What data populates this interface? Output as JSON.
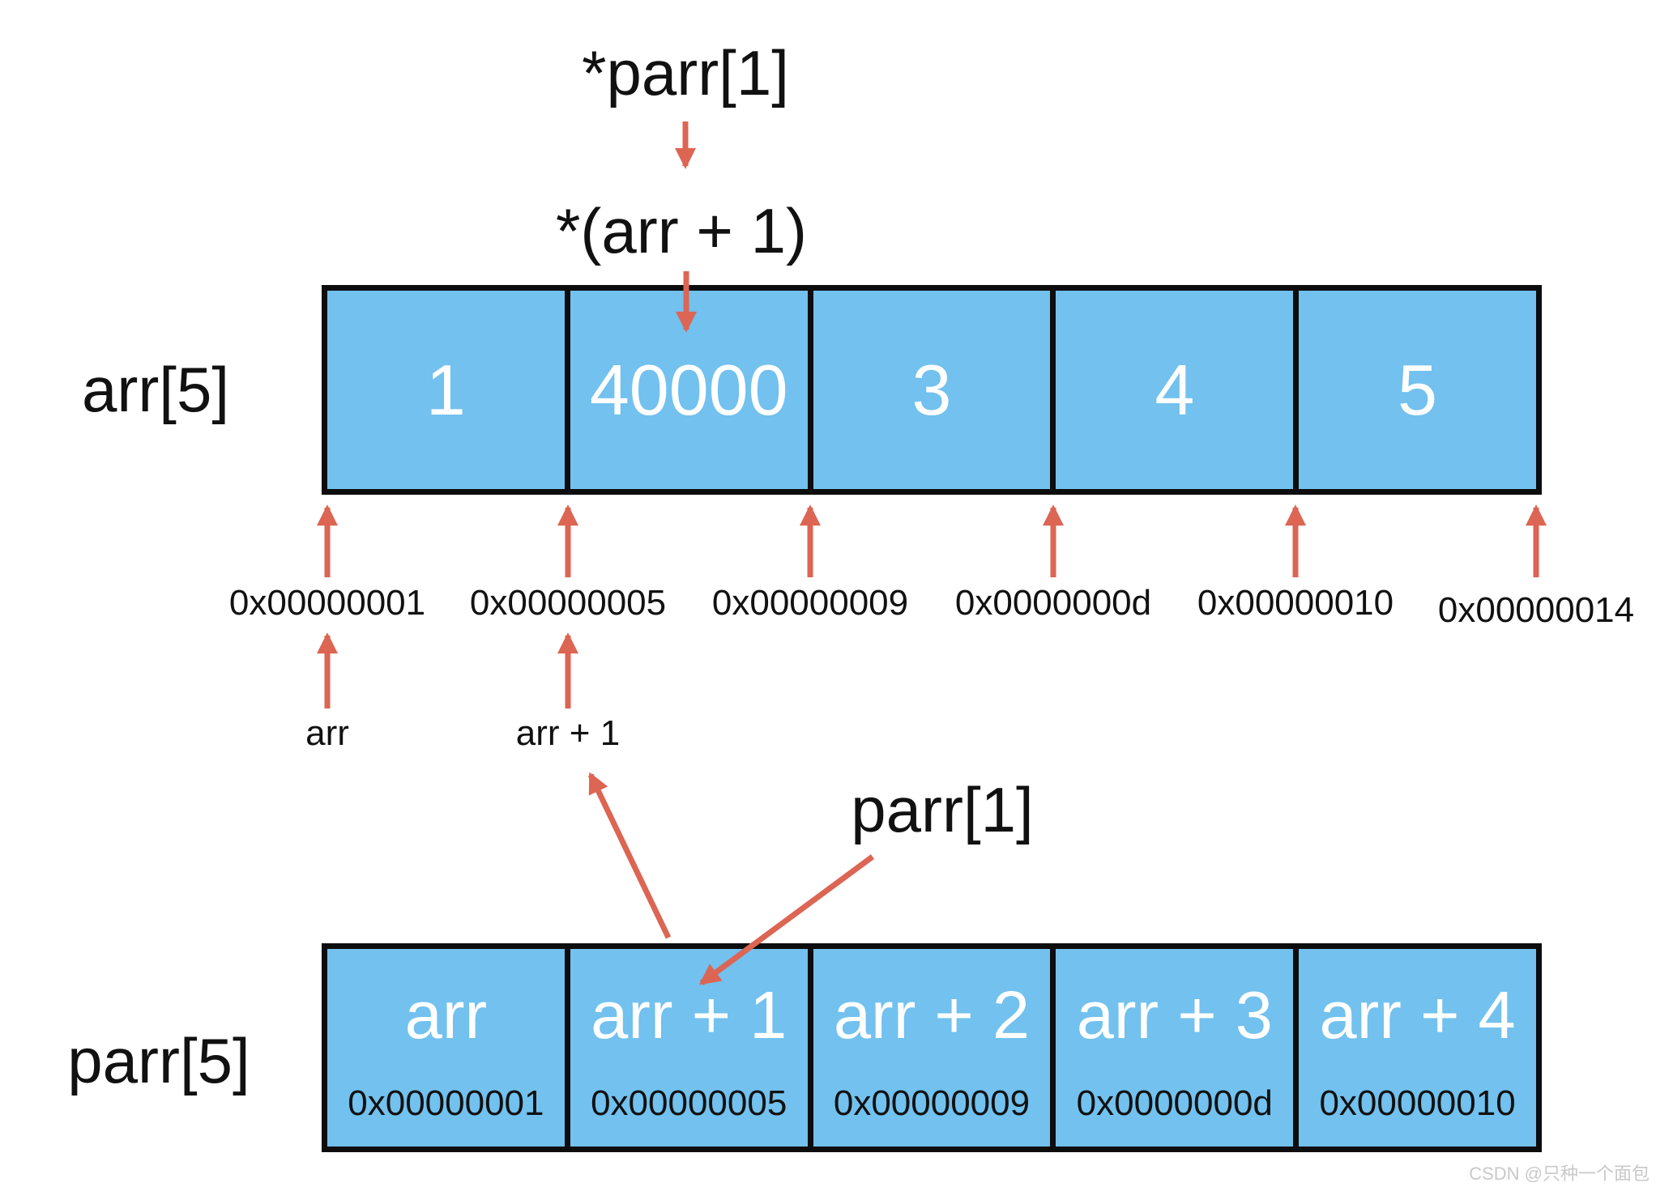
{
  "top": {
    "deref_parr": "*parr[1]",
    "deref_arr": "*(arr + 1)"
  },
  "arr_array": {
    "label": "arr[5]",
    "values": [
      "1",
      "40000",
      "3",
      "4",
      "5"
    ],
    "addresses": [
      "0x00000001",
      "0x00000005",
      "0x00000009",
      "0x0000000d",
      "0x00000010",
      "0x00000014"
    ],
    "pointer_labels": [
      "arr",
      "arr + 1"
    ]
  },
  "middle": {
    "parr_element": "parr[1]"
  },
  "parr_array": {
    "label": "parr[5]",
    "cells": [
      {
        "label": "arr",
        "address": "0x00000001"
      },
      {
        "label": "arr + 1",
        "address": "0x00000005"
      },
      {
        "label": "arr + 2",
        "address": "0x00000009"
      },
      {
        "label": "arr + 3",
        "address": "0x0000000d"
      },
      {
        "label": "arr + 4",
        "address": "0x00000010"
      }
    ]
  },
  "watermark": "CSDN @只种一个面包",
  "colors": {
    "cell_fill": "#72c1ee",
    "border": "#0d0d0d",
    "arrow": "#dc6553",
    "watermark": "#c9c9c9",
    "text": "#111111"
  }
}
